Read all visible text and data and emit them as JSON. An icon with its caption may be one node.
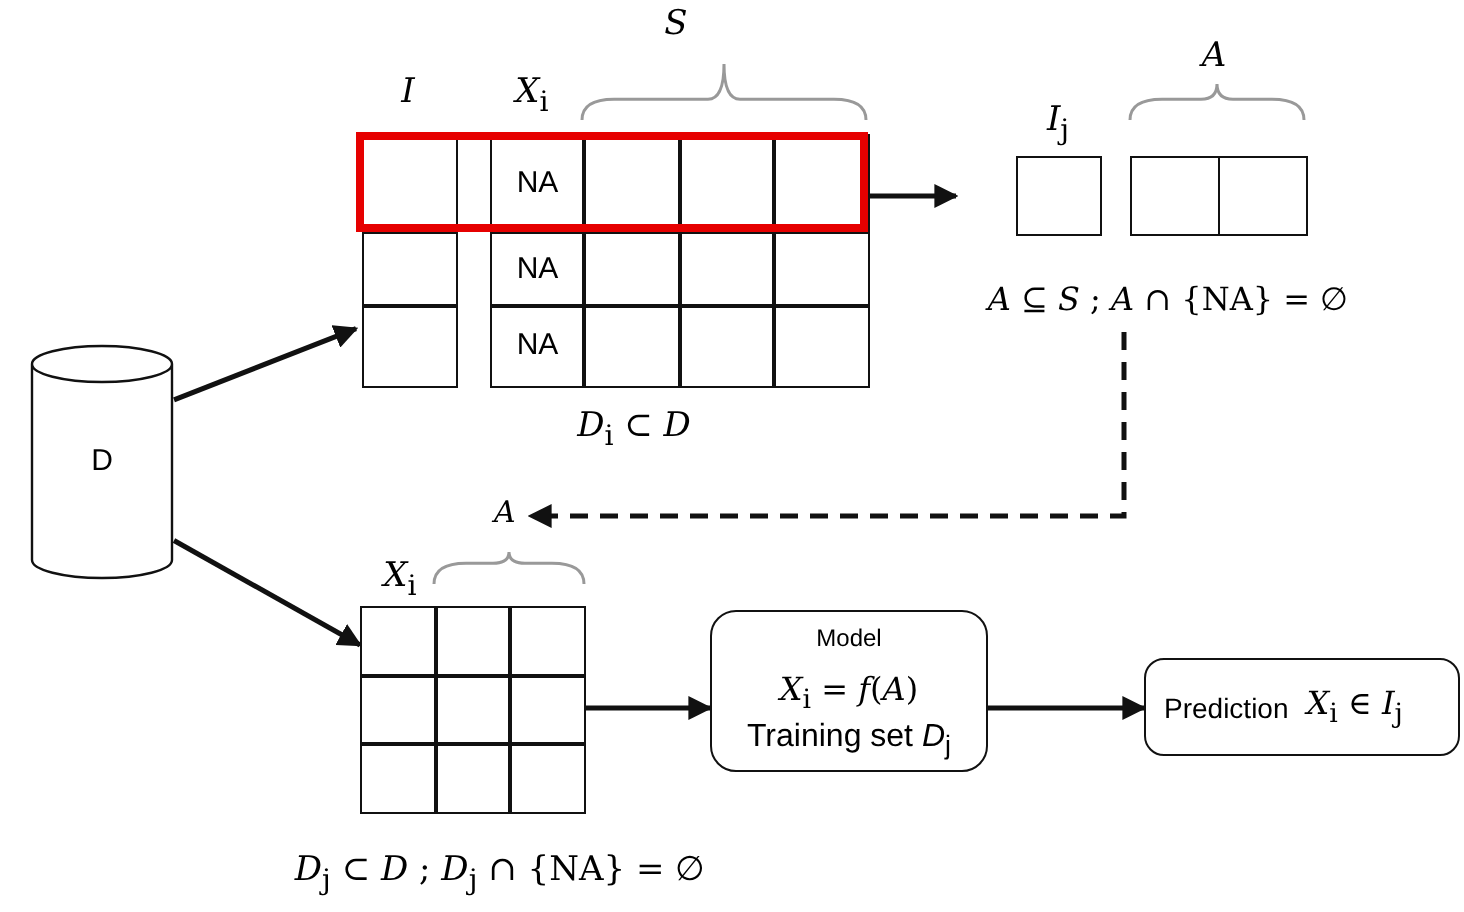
{
  "diagram": {
    "nodes": [
      {
        "text": [
          "D"
        ]
      },
      {
        "text": [
          "NA",
          "NA",
          "NA"
        ],
        "beside": [
          "*I*",
          "*X*$_{i}$",
          "*S*",
          "*D*$_{i}$ ⊂ *D*"
        ]
      },
      {
        "text": [
          "*A* ⊆ *S* ; *A* ∩ {NA} = ∅"
        ],
        "beside": [
          "*I*$_{j}$",
          "*A*"
        ]
      },
      {
        "text": [],
        "shape": "box",
        "beside": [
          "*X*$_{i}$",
          "*D*$_{j}$ ⊂ *D* ; *D*$_{j}$ ∩ {NA} = ∅"
        ]
      },
      {
        "text": [
          "*A*"
        ]
      },
      {
        "text": [
          "Model",
          "*X*$_{i}$ = *f*(*A*)",
          "Training set  *D*$_{j}$"
        ]
      },
      {
        "text": [
          "Prediction",
          "*X*$_{i}$ ∈ *I*$_{j}$"
        ]
      }
    ],
    "edges": [
      {
        "from": 0,
        "to": 1,
        "arrow": "to"
      },
      {
        "from": 0,
        "to": 3,
        "arrow": "to"
      },
      {
        "from": 1,
        "to": 2,
        "arrow": "to"
      },
      {
        "from": 2,
        "to": 4,
        "arrow": "to",
        "style": "dashed"
      },
      {
        "from": 3,
        "to": 5,
        "arrow": "to"
      },
      {
        "from": 5,
        "to": 6,
        "arrow": "to"
      }
    ]
  }
}
